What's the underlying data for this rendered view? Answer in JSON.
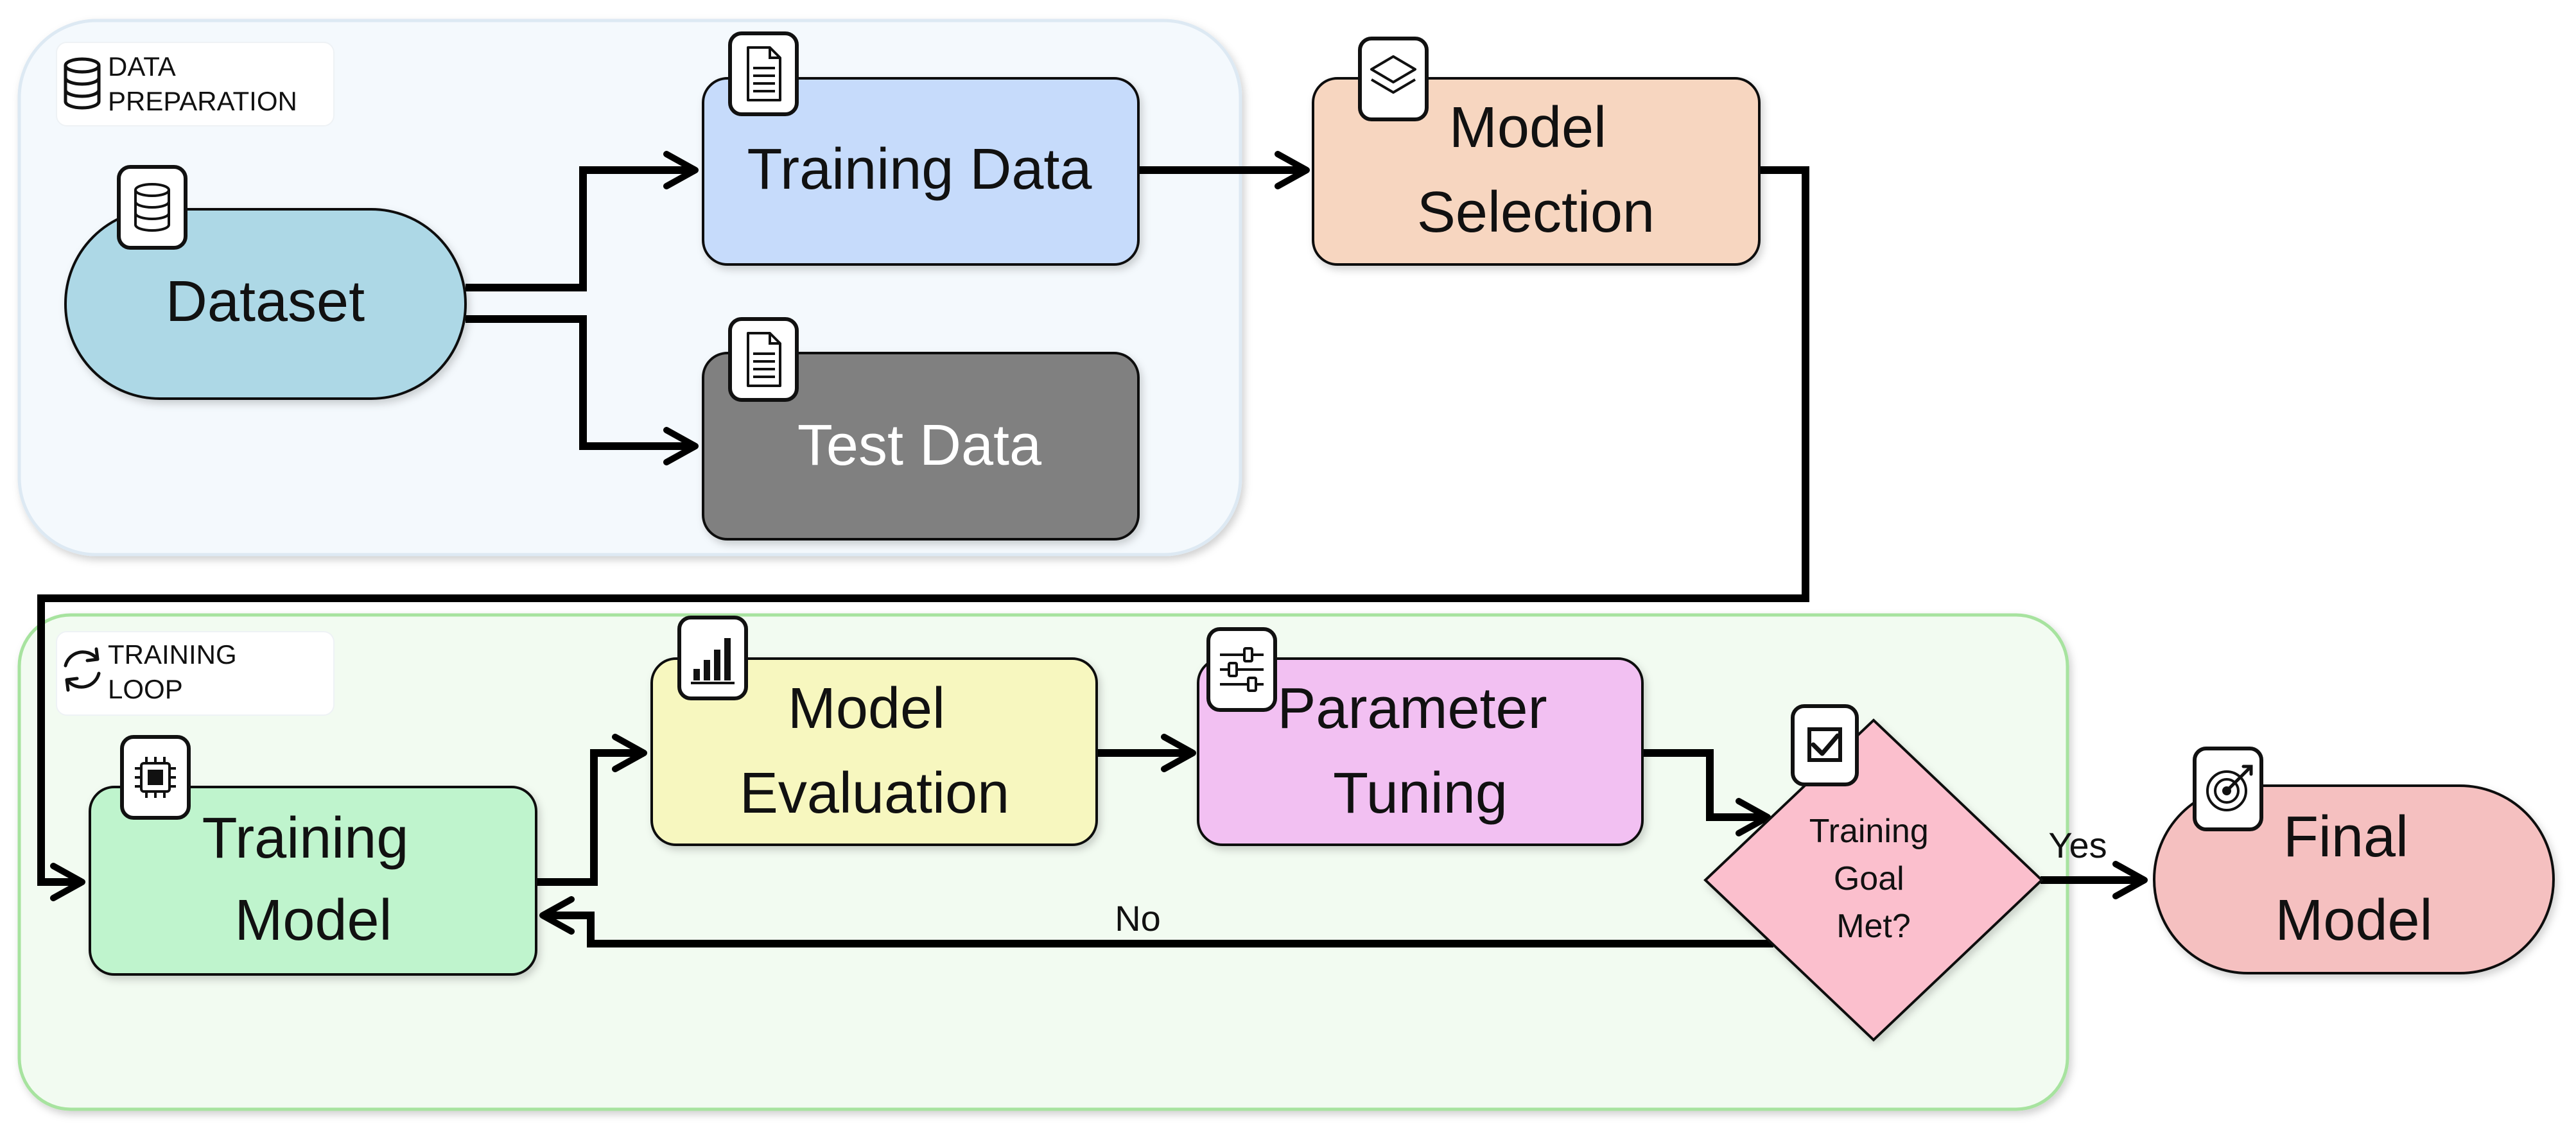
{
  "groups": {
    "data_prep": {
      "label_lines": [
        "DATA",
        "PREPARATION"
      ],
      "icon": "database-icon",
      "fill": "#f4f9fd",
      "stroke": "#dde9f3"
    },
    "training_loop": {
      "label_lines": [
        "TRAINING",
        "LOOP"
      ],
      "icon": "refresh-cycle-icon",
      "fill": "#f2fbf1",
      "stroke": "#a7e39f"
    }
  },
  "nodes": {
    "dataset": {
      "lines": [
        "Dataset"
      ],
      "icon": "database-icon",
      "fill": "#add8e6",
      "text_color": "#111111"
    },
    "training_data": {
      "lines": [
        "Training Data"
      ],
      "icon": "document-icon",
      "fill": "#c6dbfb",
      "text_color": "#111111"
    },
    "test_data": {
      "lines": [
        "Test Data"
      ],
      "icon": "document-icon",
      "fill": "#808080",
      "text_color": "#ffffff"
    },
    "model_selection": {
      "lines": [
        "Model",
        "Selection"
      ],
      "icon": "layers-icon",
      "fill": "#f7d6c0",
      "text_color": "#111111"
    },
    "training_model": {
      "lines": [
        "Training",
        "Model"
      ],
      "icon": "cpu-chip-icon",
      "fill": "#bff4cd",
      "text_color": "#111111"
    },
    "model_evaluation": {
      "lines": [
        "Model",
        "Evaluation"
      ],
      "icon": "bar-chart-icon",
      "fill": "#f7f7bf",
      "text_color": "#111111"
    },
    "parameter_tuning": {
      "lines": [
        "Parameter",
        "Tuning"
      ],
      "icon": "sliders-icon",
      "fill": "#f2c0f2",
      "text_color": "#111111"
    },
    "decision": {
      "lines": [
        "Training",
        "Goal",
        "Met?"
      ],
      "icon": "checkbox-icon",
      "fill": "#fbbfcd",
      "text_color": "#111111"
    },
    "final_model": {
      "lines": [
        "Final",
        "Model"
      ],
      "icon": "target-icon",
      "fill": "#f5c0c0",
      "text_color": "#111111"
    }
  },
  "edges": {
    "no_label": "No",
    "yes_label": "Yes"
  }
}
